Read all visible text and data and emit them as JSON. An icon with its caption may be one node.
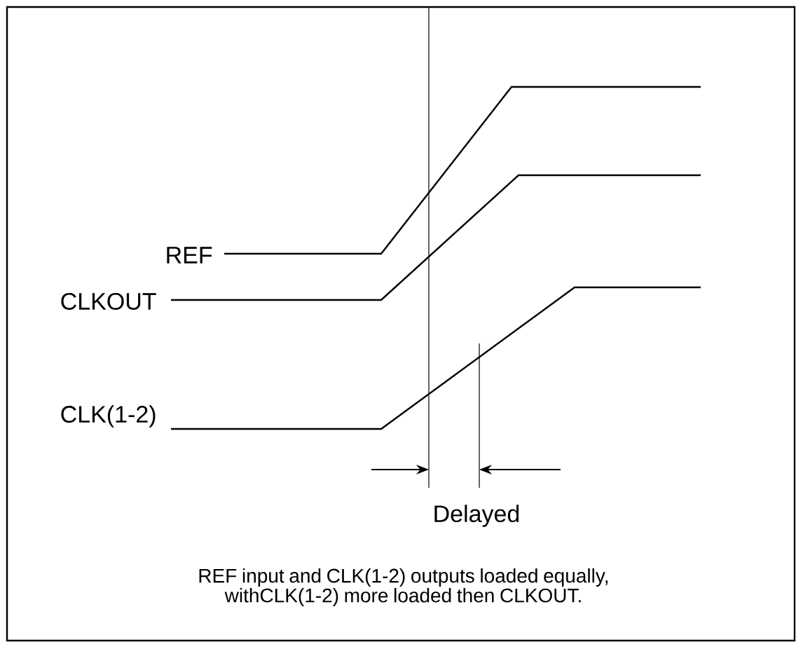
{
  "diagram": {
    "caption": "REF input and CLK(1-2) outputs loaded equally, withCLK(1-2) more loaded then CLKOUT.",
    "labels": [
      "REF",
      "CLKOUT",
      "CLK(1-2)",
      "Delayed"
    ]
  }
}
